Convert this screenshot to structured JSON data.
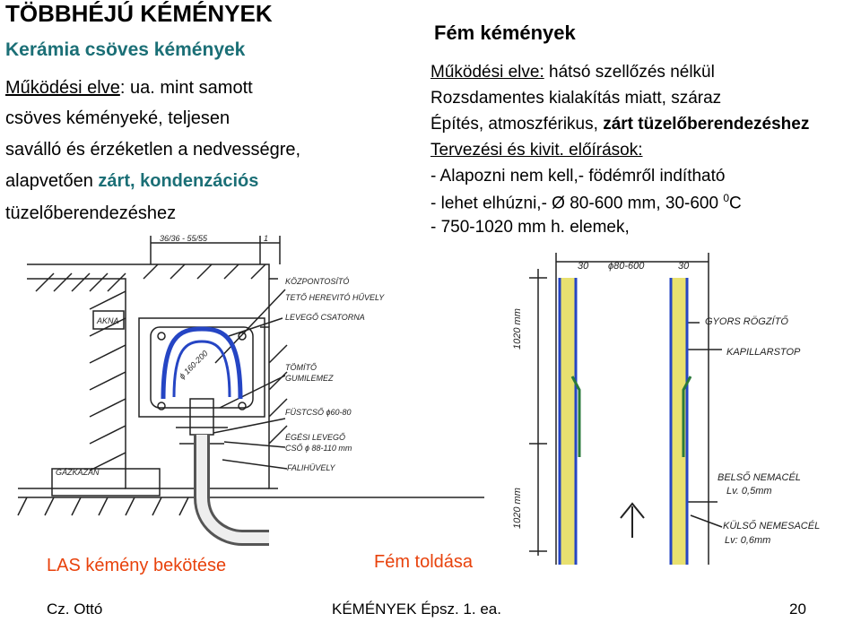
{
  "left": {
    "title": "TÖBBHÉJÚ KÉMÉNYEK",
    "subtitle": "Kerámia csöves kémények",
    "line1_label": "Működési elve",
    "line1_rest": ": ua. mint samott",
    "line2": "csöves kéményeké, teljesen",
    "line3": "saválló és érzéketlen a nedvességre,",
    "line4_pre": "alapvetően ",
    "line4_bold": "zárt, kondenzációs",
    "line5": "tüzelőberendezéshez"
  },
  "right": {
    "title": "Fém kémények",
    "line1_label": "Működési elve:",
    "line1_rest": " hátsó szellőzés nélkül",
    "line2": "Rozsdamentes kialakítás miatt, száraz",
    "line3_pre": "Építés, atmoszférikus, ",
    "line3_bold": "zárt tüzelőberendezéshez",
    "line4": "Tervezési és kivit. előírások:",
    "line5": "- Alapozni nem kell,- födémről indítható",
    "line6_pre": "- lehet elhúzni,- Ø 80-600 mm, 30-600 ",
    "line6_sup": "0",
    "line6_post": "C",
    "line7": "- 750-1020 mm h. elemek,"
  },
  "sketch_left": {
    "dim": "36/36 - 55/55",
    "dim2": "1",
    "akna": "AKNA",
    "l1": "KÖZPONTOSÍTÓ",
    "l2": "TETŐ HEREVITÓ HŰVELY",
    "l3": "LEVEGŐ CSATORNA",
    "l4": "TÖMÍTŐ",
    "l5": "GUMILEMEZ",
    "l6": "FÜSTCSŐ ɸ60-80",
    "l7": "ÉGÉSI LEVEGŐ",
    "l8": "CSŐ ɸ 88-110 mm",
    "l9": "FALIHÜVELY",
    "gaz": "GÁZKAZÁN",
    "inner": "ɸ 160-200"
  },
  "sketch_right": {
    "dim_a": "30",
    "dim_b": "ɸ80-600",
    "dim_c": "30",
    "v1": "1020 mm",
    "v2": "1020 mm",
    "gyors": "GYORS RÖGZÍTŐ",
    "kap": "KAPILLARSTOP",
    "belso": "BELSŐ NEMACÉL",
    "belso_v": "Lv. 0,5mm",
    "kulso": "KÜLSŐ NEMESACÉL",
    "kulso_v": "Lv: 0,6mm"
  },
  "captions": {
    "left": "LAS kémény bekötése",
    "right": "Fém toldása"
  },
  "footer": {
    "author": "Cz. Ottó",
    "course": "KÉMÉNYEK Épsz. 1. ea.",
    "page": "20"
  },
  "colors": {
    "accent": "#1b6f76",
    "caption": "#e8420c",
    "duct": "#2545c4",
    "insulation": "#e8e070"
  }
}
